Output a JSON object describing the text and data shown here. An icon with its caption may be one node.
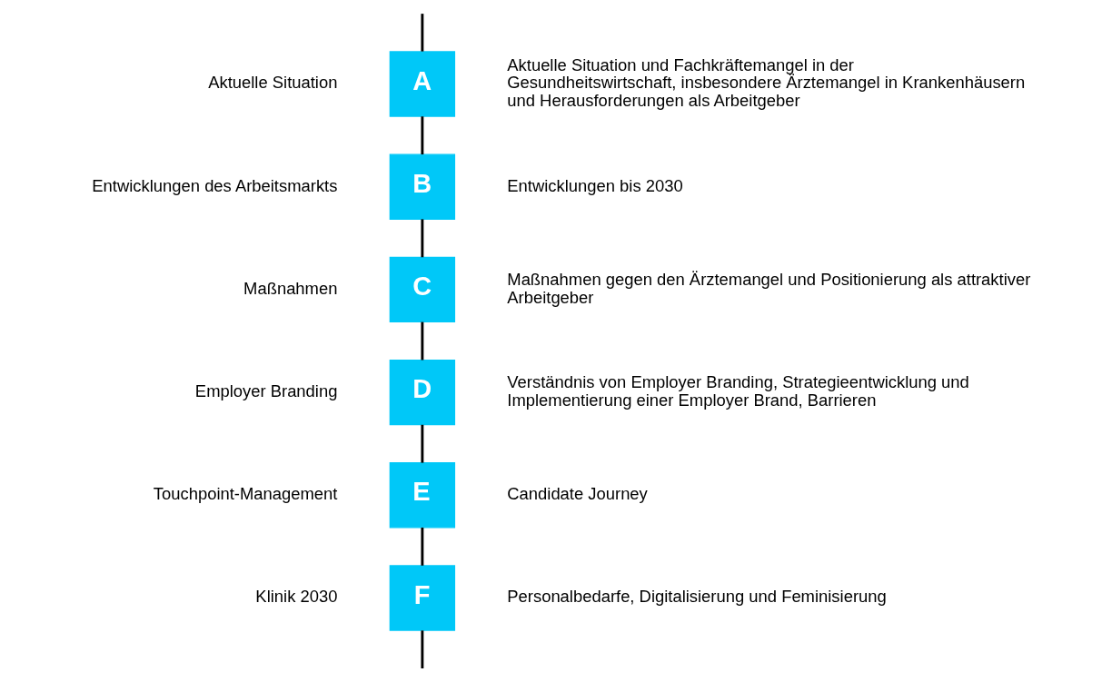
{
  "diagram": {
    "nodes": [
      {
        "text": [
          "A"
        ],
        "beside": [
          "Aktuelle Situation",
          "Aktuelle Situation und Fachkräftemangel in der Gesundheitswirtschaft, insbesondere Ärztemangel in Krankenhäusern und Herausforderungen als Arbeitgeber"
        ]
      },
      {
        "text": [
          "B"
        ],
        "beside": [
          "Entwicklungen des Arbeitsmarkts",
          "Entwicklungen bis 2030"
        ]
      },
      {
        "text": [
          "C"
        ],
        "beside": [
          "Maßnahmen",
          "Maßnahmen gegen den Ärztemangel und Positionierung als attraktiver Arbeitgeber"
        ]
      },
      {
        "text": [
          "D"
        ],
        "beside": [
          "Employer Branding",
          "Verständnis von Employer Branding, Strategieentwicklung und Implementierung einer Employer Brand, Barrieren"
        ]
      },
      {
        "text": [
          "E"
        ],
        "beside": [
          "Touchpoint-Management",
          "Candidate Journey"
        ]
      },
      {
        "text": [
          "F"
        ],
        "beside": [
          "Klinik 2030",
          "Personalbedarfe, Digitalisierung und Feminisierung"
        ]
      }
    ],
    "edges": [
      {
        "from": null,
        "to": 0,
        "arrow": "none"
      },
      {
        "from": 0,
        "to": 1,
        "arrow": "none"
      },
      {
        "from": 1,
        "to": 2,
        "arrow": "none"
      },
      {
        "from": 2,
        "to": 3,
        "arrow": "none"
      },
      {
        "from": 3,
        "to": 4,
        "arrow": "none"
      },
      {
        "from": 4,
        "to": 5,
        "arrow": "none"
      },
      {
        "from": 5,
        "to": null,
        "arrow": "none"
      }
    ]
  }
}
